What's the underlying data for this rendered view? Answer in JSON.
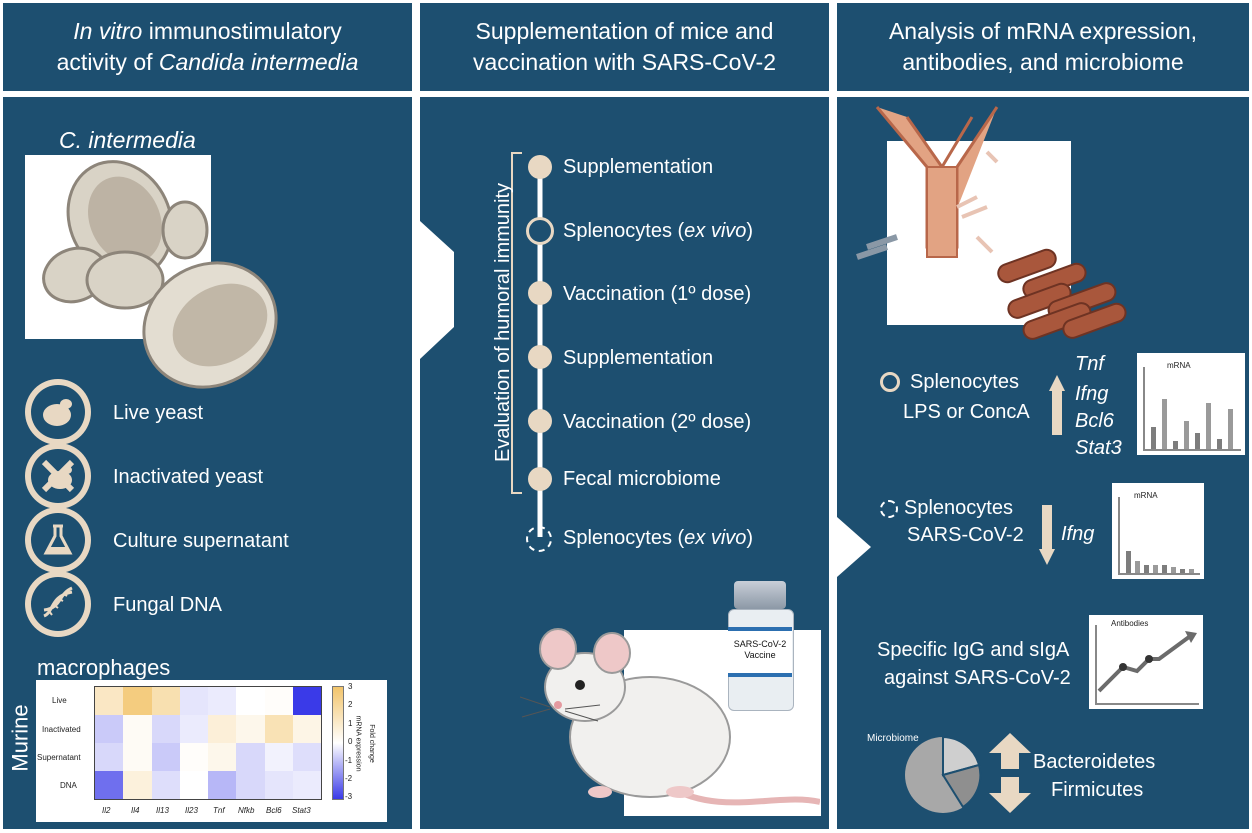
{
  "headers": {
    "col1": {
      "italic": "In vitro",
      "rest1": " immunostimulatory",
      "line2a": "activity of ",
      "line2b": "Candida intermedia"
    },
    "col2": {
      "line1": "Supplementation of mice and",
      "line2": "vaccination with SARS-CoV-2"
    },
    "col3": {
      "line1": "Analysis of mRNA expression,",
      "line2": "antibodies, and microbiome"
    }
  },
  "left": {
    "species": "C. intermedia",
    "treatments": [
      "Live yeast",
      "Inactivated yeast",
      "Culture supernatant",
      "Fungal DNA"
    ],
    "treatment_icons": [
      "yeast-icon",
      "inactivated-yeast-icon",
      "flask-icon",
      "dna-icon"
    ],
    "heatmap_title": "macrophages",
    "heatmap_side": "Murine",
    "heatmap_rows": [
      "Live",
      "Inactivated",
      "Supernatant",
      "DNA"
    ],
    "heatmap_cols": [
      "Il2",
      "Il4",
      "Il13",
      "Il23",
      "Tnf",
      "Nfkb",
      "Bcl6",
      "Stat3"
    ],
    "heatmap_values": [
      [
        1.2,
        2.6,
        1.6,
        -0.4,
        -0.3,
        0.0,
        0.1,
        -3.0
      ],
      [
        -0.8,
        0.2,
        -0.6,
        -0.3,
        0.8,
        0.4,
        1.5,
        0.5
      ],
      [
        -0.6,
        0.2,
        -0.8,
        0.1,
        0.4,
        -0.6,
        -0.2,
        -0.5
      ],
      [
        -2.2,
        0.7,
        -0.5,
        0.0,
        -1.1,
        -0.6,
        -0.4,
        -0.3
      ]
    ],
    "colorbar_ticks": [
      "3",
      "2",
      "1",
      "0",
      "-1",
      "-2",
      "-3"
    ],
    "colorbar_label1": "mRNA expression",
    "colorbar_label2": "Fold change",
    "colors": {
      "pos": "#f2c46b",
      "neg": "#3a3ae8"
    }
  },
  "middle": {
    "bracket_label": "Evaluation of humoral immunity",
    "timeline": [
      {
        "text": "Supplementation",
        "italic": "",
        "tail": "",
        "marker": "filled"
      },
      {
        "text": "Splenocytes (",
        "italic": "ex vivo",
        "tail": ")",
        "marker": "ring"
      },
      {
        "text": "Vaccination (1º dose)",
        "italic": "",
        "tail": "",
        "marker": "filled"
      },
      {
        "text": "Supplementation",
        "italic": "",
        "tail": "",
        "marker": "filled"
      },
      {
        "text": "Vaccination (2º dose)",
        "italic": "",
        "tail": "",
        "marker": "filled"
      },
      {
        "text": "Fecal microbiome",
        "italic": "",
        "tail": "",
        "marker": "filled"
      },
      {
        "text": "Splenocytes (",
        "italic": "ex vivo",
        "tail": ")",
        "marker": "dashed"
      }
    ],
    "vial_label1": "SARS-CoV-2",
    "vial_label2": "Vaccine"
  },
  "right": {
    "row1": {
      "label1": "Splenocytes",
      "label2": "LPS or ConcA",
      "genes": [
        "Tnf",
        "Ifng",
        "Bcl6",
        "Stat3"
      ],
      "chart_label": "mRNA"
    },
    "row2": {
      "label1": "Splenocytes",
      "label2": "SARS-CoV-2",
      "gene": "Ifng",
      "chart_label": "mRNA"
    },
    "row3": {
      "label1": "Specific IgG and sIgA",
      "label2": "against SARS-CoV-2",
      "chart_label": "Antibodies"
    },
    "row4": {
      "chart_label": "Microbiome",
      "taxa1": "Bacteroidetes",
      "taxa2": "Firmicutes"
    }
  }
}
